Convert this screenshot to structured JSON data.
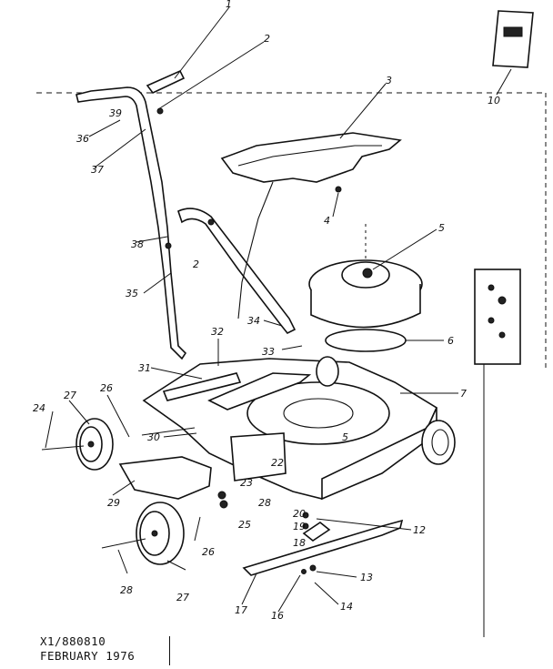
{
  "callouts": [
    {
      "id": "c1",
      "text": "1"
    },
    {
      "id": "c2",
      "text": "2"
    },
    {
      "id": "c3",
      "text": "3"
    },
    {
      "id": "c4",
      "text": "4"
    },
    {
      "id": "c5",
      "text": "5"
    },
    {
      "id": "c6",
      "text": "6"
    },
    {
      "id": "c7",
      "text": "7"
    },
    {
      "id": "c10",
      "text": "10"
    },
    {
      "id": "c12",
      "text": "12"
    },
    {
      "id": "c13",
      "text": "13"
    },
    {
      "id": "c14",
      "text": "14"
    },
    {
      "id": "c16",
      "text": "16"
    },
    {
      "id": "c17",
      "text": "17"
    },
    {
      "id": "c18",
      "text": "18"
    },
    {
      "id": "c19",
      "text": "19"
    },
    {
      "id": "c20",
      "text": "20"
    },
    {
      "id": "c22",
      "text": "22"
    },
    {
      "id": "c23",
      "text": "23"
    },
    {
      "id": "c24",
      "text": "24"
    },
    {
      "id": "c25",
      "text": "25"
    },
    {
      "id": "c26",
      "text": "26"
    },
    {
      "id": "c26b",
      "text": "26"
    },
    {
      "id": "c27",
      "text": "27"
    },
    {
      "id": "c27b",
      "text": "27"
    },
    {
      "id": "c28",
      "text": "28"
    },
    {
      "id": "c28b",
      "text": "28"
    },
    {
      "id": "c29",
      "text": "29"
    },
    {
      "id": "c30",
      "text": "30"
    },
    {
      "id": "c31",
      "text": "31"
    },
    {
      "id": "c32",
      "text": "32"
    },
    {
      "id": "c33",
      "text": "33"
    },
    {
      "id": "c34",
      "text": "34"
    },
    {
      "id": "c35",
      "text": "35"
    },
    {
      "id": "c36",
      "text": "36"
    },
    {
      "id": "c37",
      "text": "37"
    },
    {
      "id": "c38",
      "text": "38"
    },
    {
      "id": "c39",
      "text": "39"
    },
    {
      "id": "c2b",
      "text": "2"
    },
    {
      "id": "c5b",
      "text": "5"
    }
  ],
  "footer": {
    "line1": "X1/880810",
    "line2": "FEBRUARY 1976"
  }
}
